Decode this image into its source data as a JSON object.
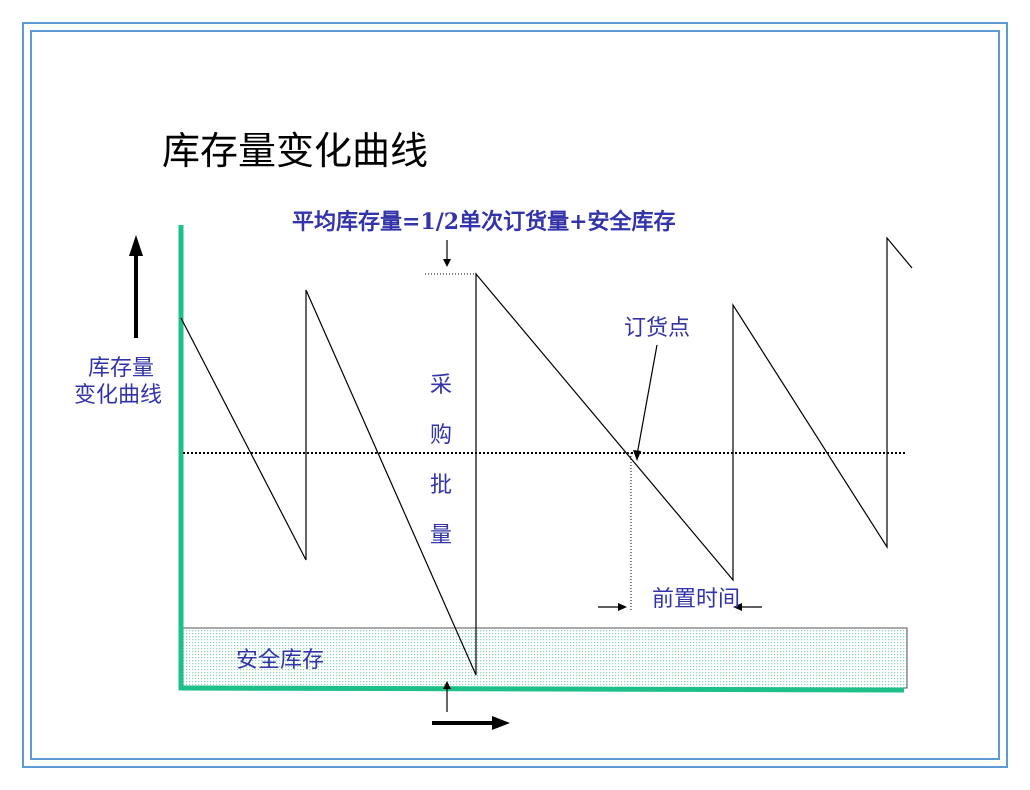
{
  "title": "库存量变化曲线",
  "formula": "平均库存量=1/2单次订货量+安全库存",
  "y_axis_label_line1": "库存量",
  "y_axis_label_line2": "变化曲线",
  "reorder_point_label": "订货点",
  "purchase_batch_chars": [
    "采",
    "购",
    "批",
    "量"
  ],
  "lead_time_label": "前置时间",
  "safety_stock_label": "安全库存",
  "colors": {
    "axis": "#1ec08a",
    "frame": "#5b9bd5",
    "text_blue": "#3333aa",
    "title": "#000000"
  }
}
